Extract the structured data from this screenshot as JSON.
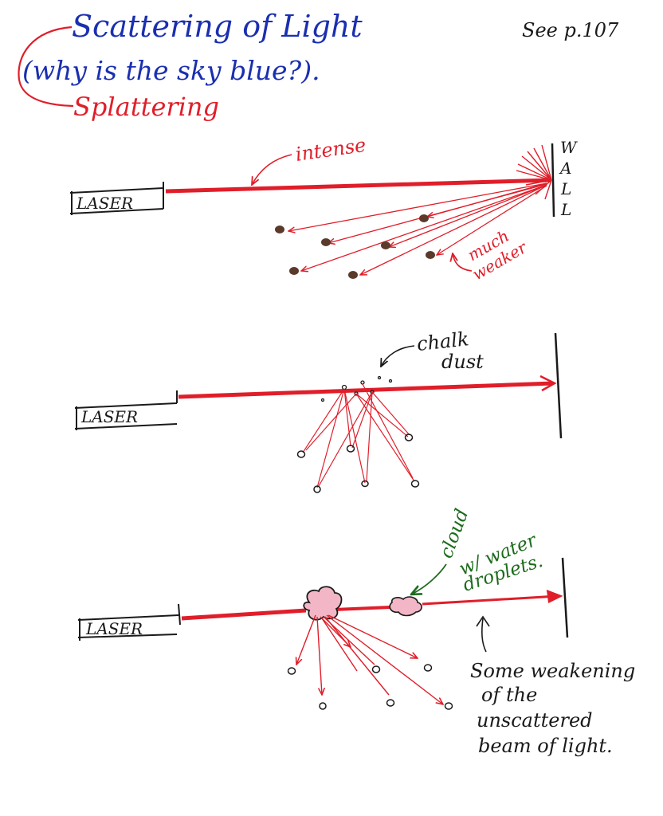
{
  "title": {
    "line1": "Scattering of Light",
    "line2": "(why is the sky blue?).",
    "alt": "Splattering"
  },
  "reference": "See p.107",
  "colors": {
    "blue_ink": "#1a2fb0",
    "red_ink": "#e01e2a",
    "dark_ink": "#1a1a1a",
    "green_ink": "#1d6b1d",
    "particle": "#5a3a2a",
    "cloud_fill": "#f3b6c6"
  },
  "panel1": {
    "laser_label": "LASER",
    "wall_letters": [
      "W",
      "A",
      "L",
      "L"
    ],
    "label_intense": "intense",
    "label_weak": [
      "much",
      "weaker"
    ]
  },
  "panel2": {
    "laser_label": "LASER",
    "label_dust": [
      "chalk",
      "dust"
    ]
  },
  "panel3": {
    "laser_label": "LASER",
    "label_cloud": [
      "cloud",
      "w/ water",
      "droplets."
    ],
    "caption": [
      "Some weakening",
      "of the",
      "unscattered",
      "beam of light."
    ]
  }
}
